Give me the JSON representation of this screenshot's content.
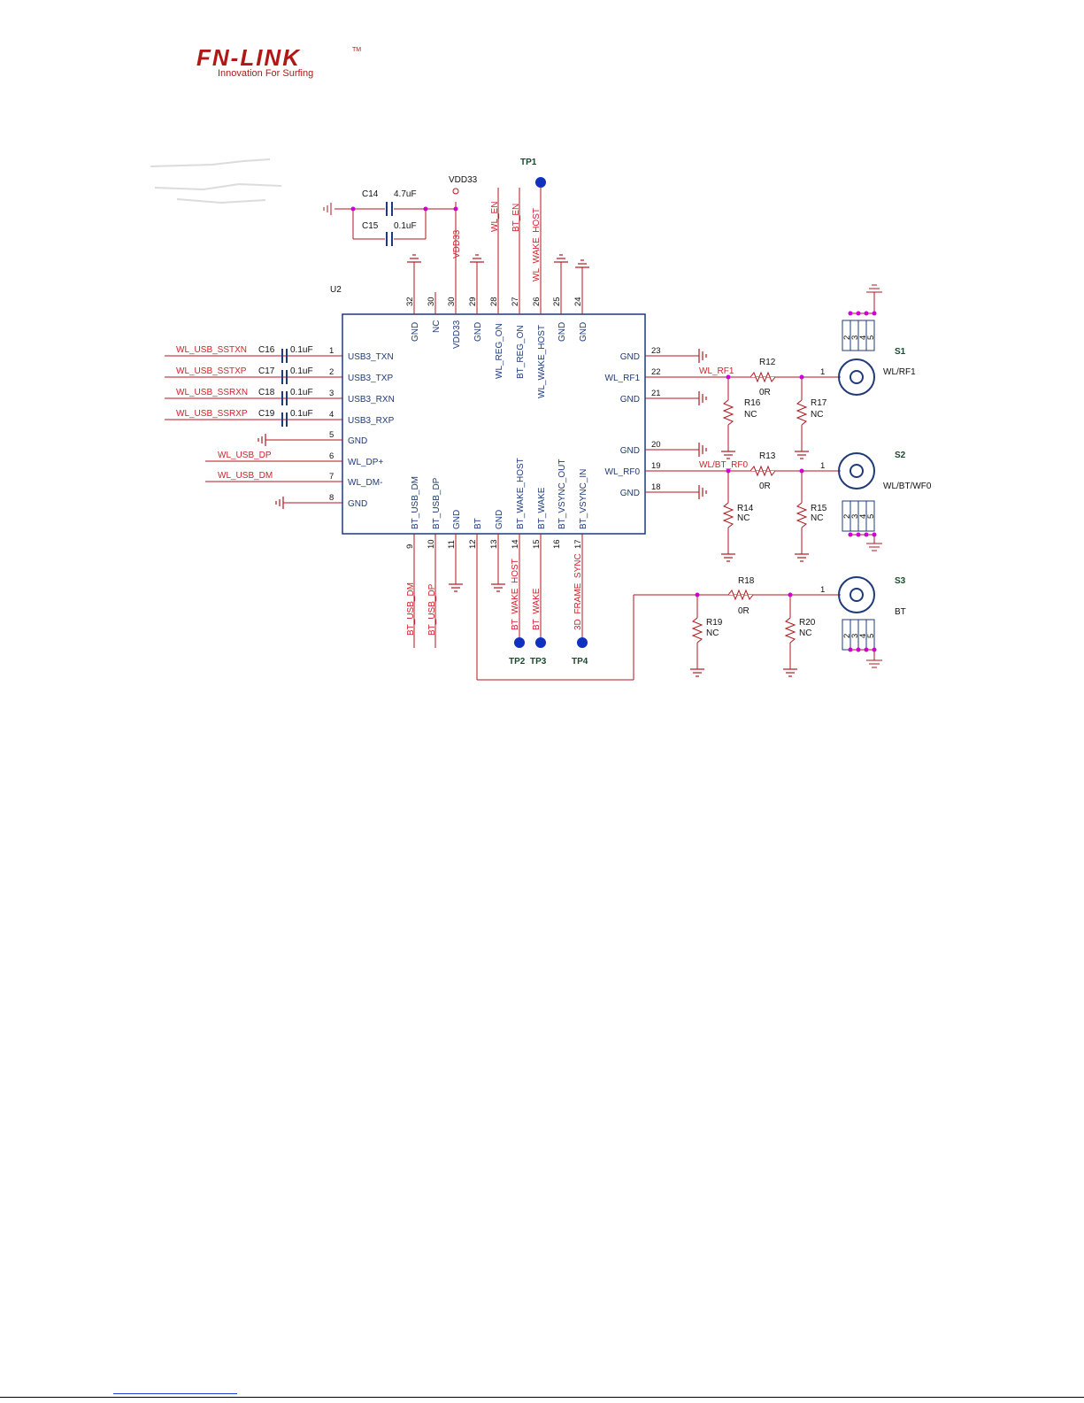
{
  "logo": {
    "brand": "FN-LINK",
    "tm": "TM",
    "tagline": "Innovation For Surfing"
  },
  "colors": {
    "net": "#d0202a",
    "wire": "#b0161e",
    "part": "#1f3a78",
    "junction": "#d000d0",
    "testpoint": "#1030c0"
  },
  "chip": {
    "ref": "U2",
    "left_pins": [
      {
        "num": "1",
        "name": "USB3_TXN",
        "net": "WL_USB_SSTXN",
        "cap": "C16",
        "val": "0.1uF"
      },
      {
        "num": "2",
        "name": "USB3_TXP",
        "net": "WL_USB_SSTXP",
        "cap": "C17",
        "val": "0.1uF"
      },
      {
        "num": "3",
        "name": "USB3_RXN",
        "net": "WL_USB_SSRXN",
        "cap": "C18",
        "val": "0.1uF"
      },
      {
        "num": "4",
        "name": "USB3_RXP",
        "net": "WL_USB_SSRXP",
        "cap": "C19",
        "val": "0.1uF"
      },
      {
        "num": "5",
        "name": "GND",
        "net": "",
        "cap": "",
        "val": ""
      },
      {
        "num": "6",
        "name": "WL_DP+",
        "net": "WL_USB_DP",
        "cap": "",
        "val": ""
      },
      {
        "num": "7",
        "name": "WL_DM-",
        "net": "WL_USB_DM",
        "cap": "",
        "val": ""
      },
      {
        "num": "8",
        "name": "GND",
        "net": "",
        "cap": "",
        "val": ""
      }
    ],
    "right_pins": [
      {
        "num": "23",
        "name": "GND"
      },
      {
        "num": "22",
        "name": "WL_RF1"
      },
      {
        "num": "21",
        "name": "GND"
      },
      {
        "num": "20",
        "name": "GND"
      },
      {
        "num": "19",
        "name": "WL_RF0"
      },
      {
        "num": "18",
        "name": "GND"
      }
    ],
    "top_pins": [
      {
        "num": "32",
        "name": "GND"
      },
      {
        "num": "30",
        "name": "NC"
      },
      {
        "num": "30",
        "name": "VDD33"
      },
      {
        "num": "29",
        "name": "GND"
      },
      {
        "num": "28",
        "name": "WL_REG_ON"
      },
      {
        "num": "27",
        "name": "BT_REG_ON"
      },
      {
        "num": "26",
        "name": "WL_WAKE_HOST"
      },
      {
        "num": "25",
        "name": "GND"
      },
      {
        "num": "24",
        "name": "GND"
      }
    ],
    "bottom_pins": [
      {
        "num": "9",
        "name": "BT_USB_DM"
      },
      {
        "num": "10",
        "name": "BT_USB_DP"
      },
      {
        "num": "11",
        "name": "GND"
      },
      {
        "num": "12",
        "name": "BT"
      },
      {
        "num": "13",
        "name": "GND"
      },
      {
        "num": "14",
        "name": "BT_WAKE_HOST"
      },
      {
        "num": "15",
        "name": "BT_WAKE"
      },
      {
        "num": "16",
        "name": "BT_VSYNC_OUT"
      },
      {
        "num": "17",
        "name": "BT_VSYNC_IN"
      }
    ]
  },
  "top_nets": {
    "vdd33_rail": "VDD33",
    "vdd33_vert": "VDD33",
    "wl_en": "WL_EN",
    "bt_en": "BT_EN",
    "wl_wake_host": "WL_WAKE_HOST",
    "tp1": "TP1"
  },
  "decoupling": [
    {
      "ref": "C14",
      "val": "4.7uF"
    },
    {
      "ref": "C15",
      "val": "0.1uF"
    }
  ],
  "bottom_nets": {
    "bt_usb_dm": "BT_USB_DM",
    "bt_usb_dp": "BT_USB_DP",
    "bt_wake_host": "BT_WAKE_HOST",
    "bt_wake": "BT_WAKE",
    "frame_sync": "3D_FRAME_SYNC",
    "pin14": "14",
    "pin17": "17",
    "tp2": "TP2",
    "tp3": "TP3",
    "tp4": "TP4"
  },
  "rf": {
    "wl_rf1_net": "WL_RF1",
    "wl_bt_rf0_net": "WL/BT_RF0",
    "r12": {
      "ref": "R12",
      "val": "0R"
    },
    "r13": {
      "ref": "R13",
      "val": "0R"
    },
    "r18": {
      "ref": "R18",
      "val": "0R"
    },
    "r14": {
      "ref": "R14",
      "val": "NC"
    },
    "r15": {
      "ref": "R15",
      "val": "NC"
    },
    "r16": {
      "ref": "R16",
      "val": "NC"
    },
    "r17": {
      "ref": "R17",
      "val": "NC"
    },
    "r19": {
      "ref": "R19",
      "val": "NC"
    },
    "r20": {
      "ref": "R20",
      "val": "NC"
    },
    "s1": {
      "ref": "S1",
      "label": "WL/RF1"
    },
    "s2": {
      "ref": "S2",
      "label": "WL/BT/WF0"
    },
    "s3": {
      "ref": "S3",
      "label": "BT"
    },
    "conn_pin": "1",
    "conn_gnd_pins": [
      "2",
      "3",
      "4",
      "5"
    ]
  }
}
